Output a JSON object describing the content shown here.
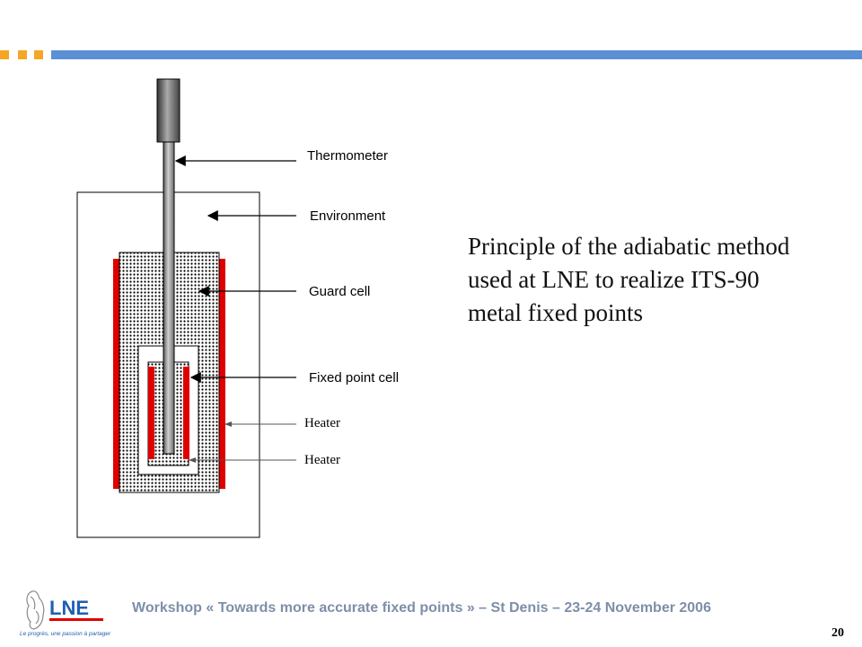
{
  "diagram": {
    "labels": {
      "thermometer": "Thermometer",
      "environment": "Environment",
      "guard_cell": "Guard cell",
      "fixed_point_cell": "Fixed point cell",
      "heater_1": "Heater",
      "heater_2": "Heater"
    },
    "colors": {
      "heater": "#e00000",
      "tube": "#808080",
      "head": "#555555"
    }
  },
  "caption": "Principle of the adiabatic method used at LNE to realize ITS-90 metal fixed points",
  "footer": {
    "logo_text": "LNE",
    "logo_tagline": "Le progrès, une passion à partager",
    "text": "Workshop « Towards more accurate fixed points »  – St Denis – 23-24 November 2006",
    "page_number": "20"
  },
  "colors": {
    "accent_orange": "#f5a623",
    "accent_blue": "#5b8fd6",
    "footer_text": "#7e8fa8"
  }
}
